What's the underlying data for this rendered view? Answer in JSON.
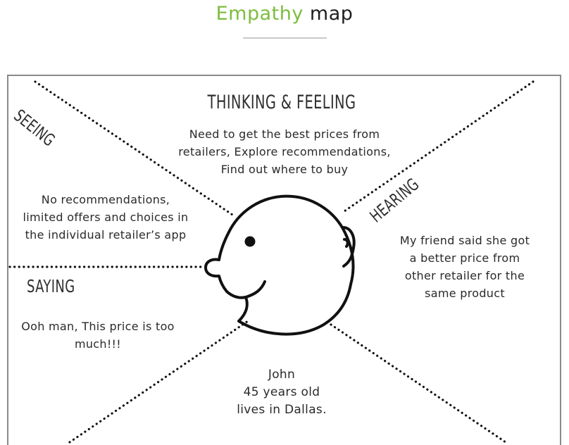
{
  "header": {
    "title_accent": "Empathy",
    "title_rest": " map"
  },
  "quadrants": {
    "thinking": {
      "label": "THINKING & FEELING",
      "lines": [
        "Need to get the best prices from",
        "retailers, Explore recommendations,",
        "Find out where to buy"
      ]
    },
    "seeing": {
      "label": "SEEING",
      "lines": [
        "No recommendations,",
        "limited offers and choices in",
        "the individual retailer’s app"
      ]
    },
    "hearing": {
      "label": "HEARING",
      "lines": [
        "My friend said she got",
        "a better price from",
        "other retailer for the",
        "same product"
      ]
    },
    "saying": {
      "label": "SAYING",
      "lines": [
        "Ooh man, This price is too",
        "much!!!"
      ]
    }
  },
  "persona": {
    "lines": [
      "John",
      "45 years old",
      "lives in Dallas."
    ]
  },
  "colors": {
    "accent": "#7cbd3e",
    "frame": "#8a8a8a",
    "ink": "#111111"
  }
}
